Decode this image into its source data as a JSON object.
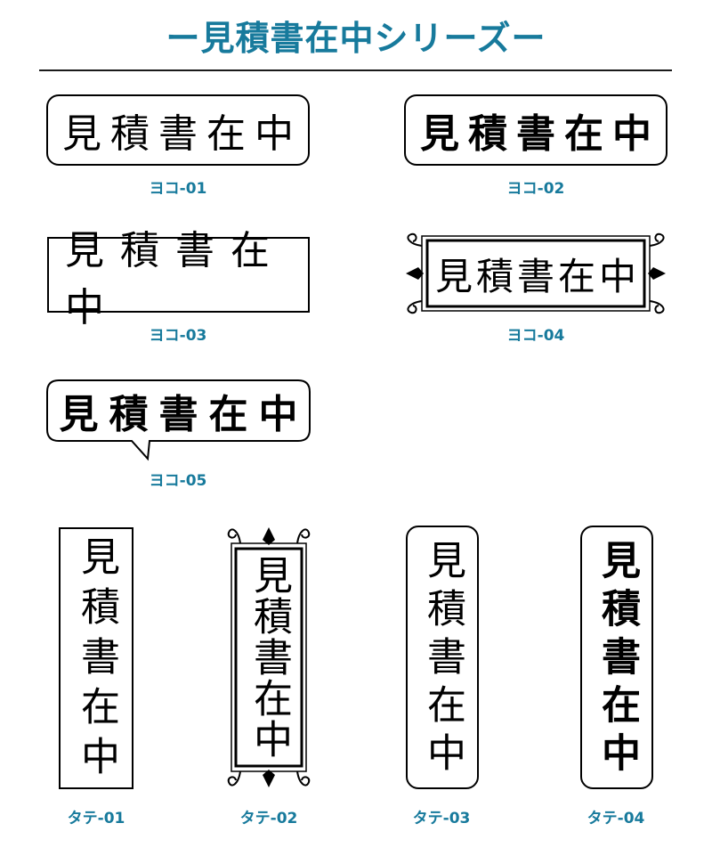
{
  "page": {
    "title": "ー見積書在中シリーズー",
    "accent_color": "#177a9c"
  },
  "stamps": [
    {
      "id": "yoko-01",
      "label": "ヨコ-01",
      "text": "見積書在中",
      "orientation": "horizontal",
      "frame": "rounded-rectangle"
    },
    {
      "id": "yoko-02",
      "label": "ヨコ-02",
      "text": "見積書在中",
      "orientation": "horizontal",
      "frame": "rounded-rectangle"
    },
    {
      "id": "yoko-03",
      "label": "ヨコ-03",
      "text": "見積書在中",
      "orientation": "horizontal",
      "frame": "rectangle"
    },
    {
      "id": "yoko-04",
      "label": "ヨコ-04",
      "text": "見積書在中",
      "orientation": "horizontal",
      "frame": "ornamental-scroll"
    },
    {
      "id": "yoko-05",
      "label": "ヨコ-05",
      "text": "見積書在中",
      "orientation": "horizontal",
      "frame": "speech-bubble"
    },
    {
      "id": "tate-01",
      "label": "タテ-01",
      "text": "見積書在中",
      "orientation": "vertical",
      "frame": "rectangle"
    },
    {
      "id": "tate-02",
      "label": "タテ-02",
      "text": "見積書在中",
      "orientation": "vertical",
      "frame": "ornamental-scroll"
    },
    {
      "id": "tate-03",
      "label": "タテ-03",
      "text": "見積書在中",
      "orientation": "vertical",
      "frame": "rounded-rectangle"
    },
    {
      "id": "tate-04",
      "label": "タテ-04",
      "text": "見積書在中",
      "orientation": "vertical",
      "frame": "rounded-rectangle"
    }
  ]
}
